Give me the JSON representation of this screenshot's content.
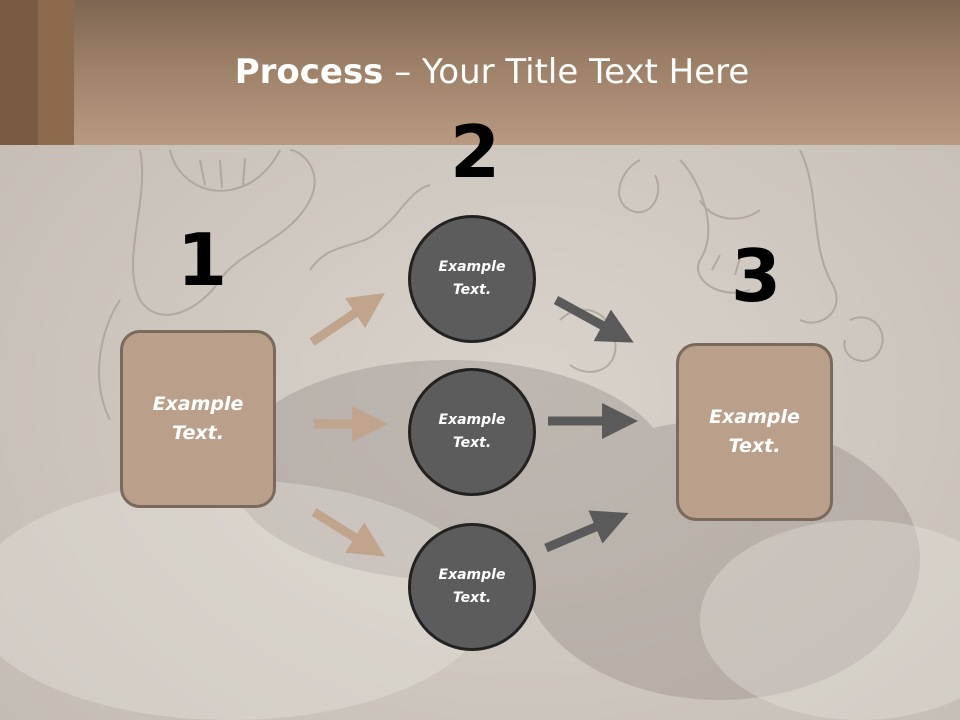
{
  "title": {
    "bold": "Process",
    "rest": " – Your Title Text Here"
  },
  "numbers": {
    "n1": "1",
    "n2": "2",
    "n3": "3"
  },
  "boxes": {
    "left": "Example Text.",
    "right": "Example Text."
  },
  "circles": {
    "top": "Example Text.",
    "middle": "Example Text.",
    "bottom": "Example Text."
  },
  "colors": {
    "header": "#a48670",
    "box_fill": "#baa08a",
    "circle_fill": "#5c5c5c",
    "arrow_tan": "#c0a48c",
    "arrow_gray": "#5a5a5a"
  }
}
